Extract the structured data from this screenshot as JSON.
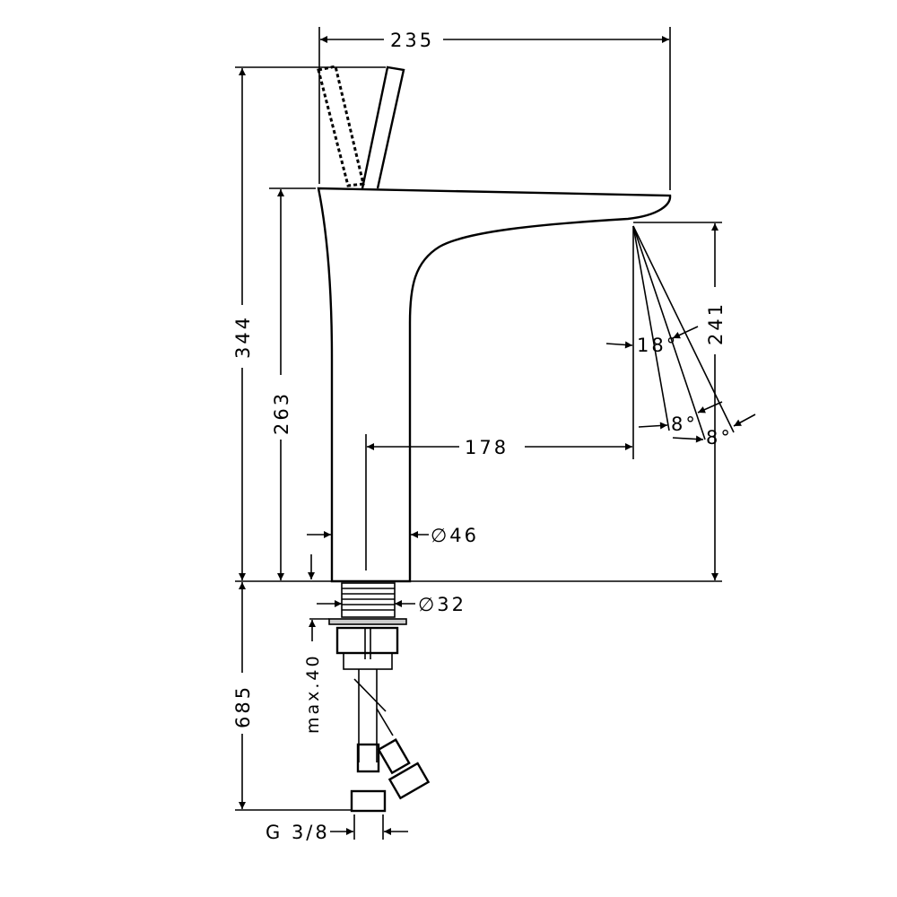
{
  "title": "Basin mixer dimension drawing",
  "dimensions": {
    "width_total": "235",
    "height_total": "344",
    "height_spout": "263",
    "spout_clearance": "241",
    "projection": "178",
    "angle_main": "18°",
    "angle_a": "8°",
    "angle_b": "8°",
    "body_diameter": "∅46",
    "thread_diameter": "∅32",
    "hose_length": "685",
    "max_thickness": "max.40",
    "connection": "G 3/8"
  },
  "colors": {
    "line": "#000000",
    "background": "#ffffff"
  }
}
